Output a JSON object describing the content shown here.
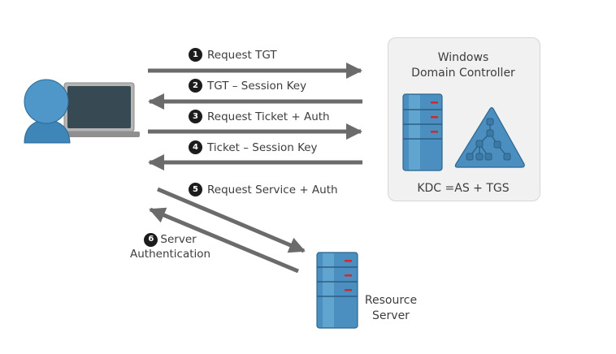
{
  "diagram": {
    "title": "Kerberos Authentication Flow",
    "colors": {
      "arrow": "#6b6b6b",
      "server_blue": "#4a8fc0",
      "server_light": "#6aaed6",
      "indicator_red": "#d9262a",
      "user_blue": "#4a8fc0",
      "laptop_screen": "#374a54",
      "laptop_frame": "#9a9a9a",
      "panel_bg": "#f1f1f1"
    },
    "nodes": {
      "client": {
        "icon": "user-laptop-icon"
      },
      "domain_controller": {
        "title_line1": "Windows",
        "title_line2": "Domain Controller",
        "caption": "KDC =AS + TGS",
        "icons": [
          "server-icon",
          "directory-tree-icon"
        ]
      },
      "resource_server": {
        "label_line1": "Resource",
        "label_line2": "Server",
        "icon": "server-icon"
      }
    },
    "steps": [
      {
        "num": "1",
        "label": "Request TGT",
        "direction": "client-to-dc"
      },
      {
        "num": "2",
        "label": "TGT – Session Key",
        "direction": "dc-to-client"
      },
      {
        "num": "3",
        "label": "Request Ticket + Auth",
        "direction": "client-to-dc"
      },
      {
        "num": "4",
        "label": "Ticket – Session Key",
        "direction": "dc-to-client"
      },
      {
        "num": "5",
        "label": "Request Service + Auth",
        "direction": "client-to-resource"
      },
      {
        "num": "6",
        "label_line1": "Server",
        "label_line2": "Authentication",
        "direction": "resource-to-client"
      }
    ]
  }
}
